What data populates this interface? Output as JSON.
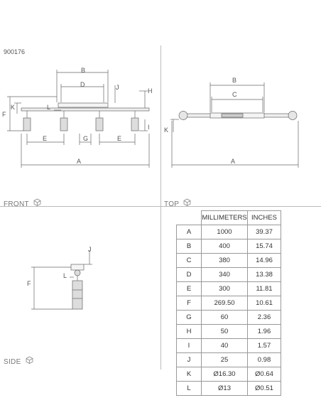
{
  "product_code": "900176",
  "views": {
    "front": "FRONT",
    "top": "TOP",
    "side": "SIDE"
  },
  "front_dims": {
    "a": "A",
    "b": "B",
    "d": "D",
    "e1": "E",
    "e2": "E",
    "f": "F",
    "g": "G",
    "h": "H",
    "i": "I",
    "j": "J",
    "k": "K",
    "l": "L"
  },
  "top_dims": {
    "a": "A",
    "b": "B",
    "c": "C",
    "k": "K"
  },
  "side_dims": {
    "f": "F",
    "j": "J",
    "l": "L"
  },
  "table": {
    "headers": [
      "",
      "MILLIMETERS",
      "INCHES"
    ],
    "rows": [
      [
        "A",
        "1000",
        "39.37"
      ],
      [
        "B",
        "400",
        "15.74"
      ],
      [
        "C",
        "380",
        "14.96"
      ],
      [
        "D",
        "340",
        "13.38"
      ],
      [
        "E",
        "300",
        "11.81"
      ],
      [
        "F",
        "269.50",
        "10.61"
      ],
      [
        "G",
        "60",
        "2.36"
      ],
      [
        "H",
        "50",
        "1.96"
      ],
      [
        "I",
        "40",
        "1.57"
      ],
      [
        "J",
        "25",
        "0.98"
      ],
      [
        "K",
        "Ø16.30",
        "Ø0.64"
      ],
      [
        "L",
        "Ø13",
        "Ø0.51"
      ]
    ]
  },
  "colors": {
    "line": "#666666",
    "divider": "#bbbbbb",
    "text": "#555555"
  }
}
